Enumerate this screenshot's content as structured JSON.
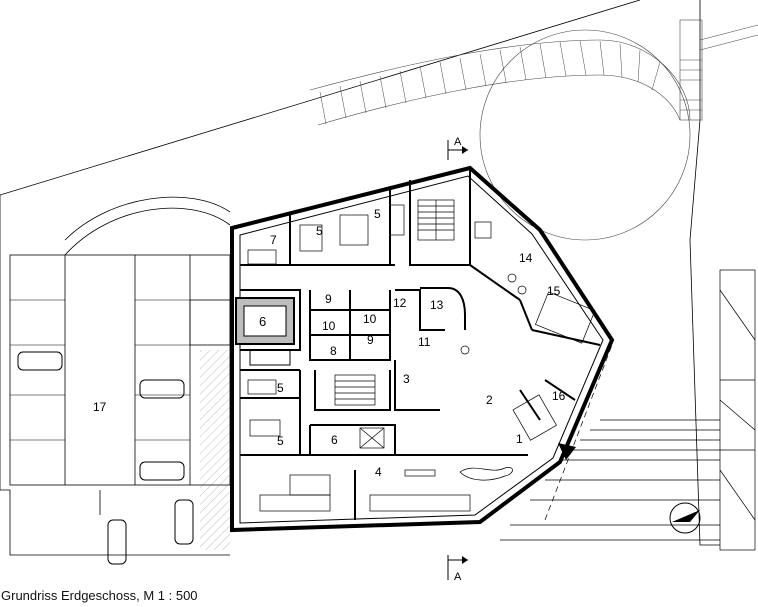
{
  "caption": "Grundriss Erdgeschoss, M 1 : 500",
  "section_marker": "A",
  "rooms": {
    "r1": "1",
    "r2": "2",
    "r3": "3",
    "r4": "4",
    "r5a": "5",
    "r5b": "5",
    "r5c": "5",
    "r5d": "5",
    "r6a": "6",
    "r6b": "6",
    "r7": "7",
    "r8": "8",
    "r9a": "9",
    "r9b": "9",
    "r10a": "10",
    "r10b": "10",
    "r11": "11",
    "r12": "12",
    "r13": "13",
    "r14": "14",
    "r15": "15",
    "r16": "16",
    "r17": "17"
  },
  "colors": {
    "line": "#000000",
    "hatch": "#555555",
    "background": "#ffffff",
    "fill_core": "#bdbdbd"
  }
}
